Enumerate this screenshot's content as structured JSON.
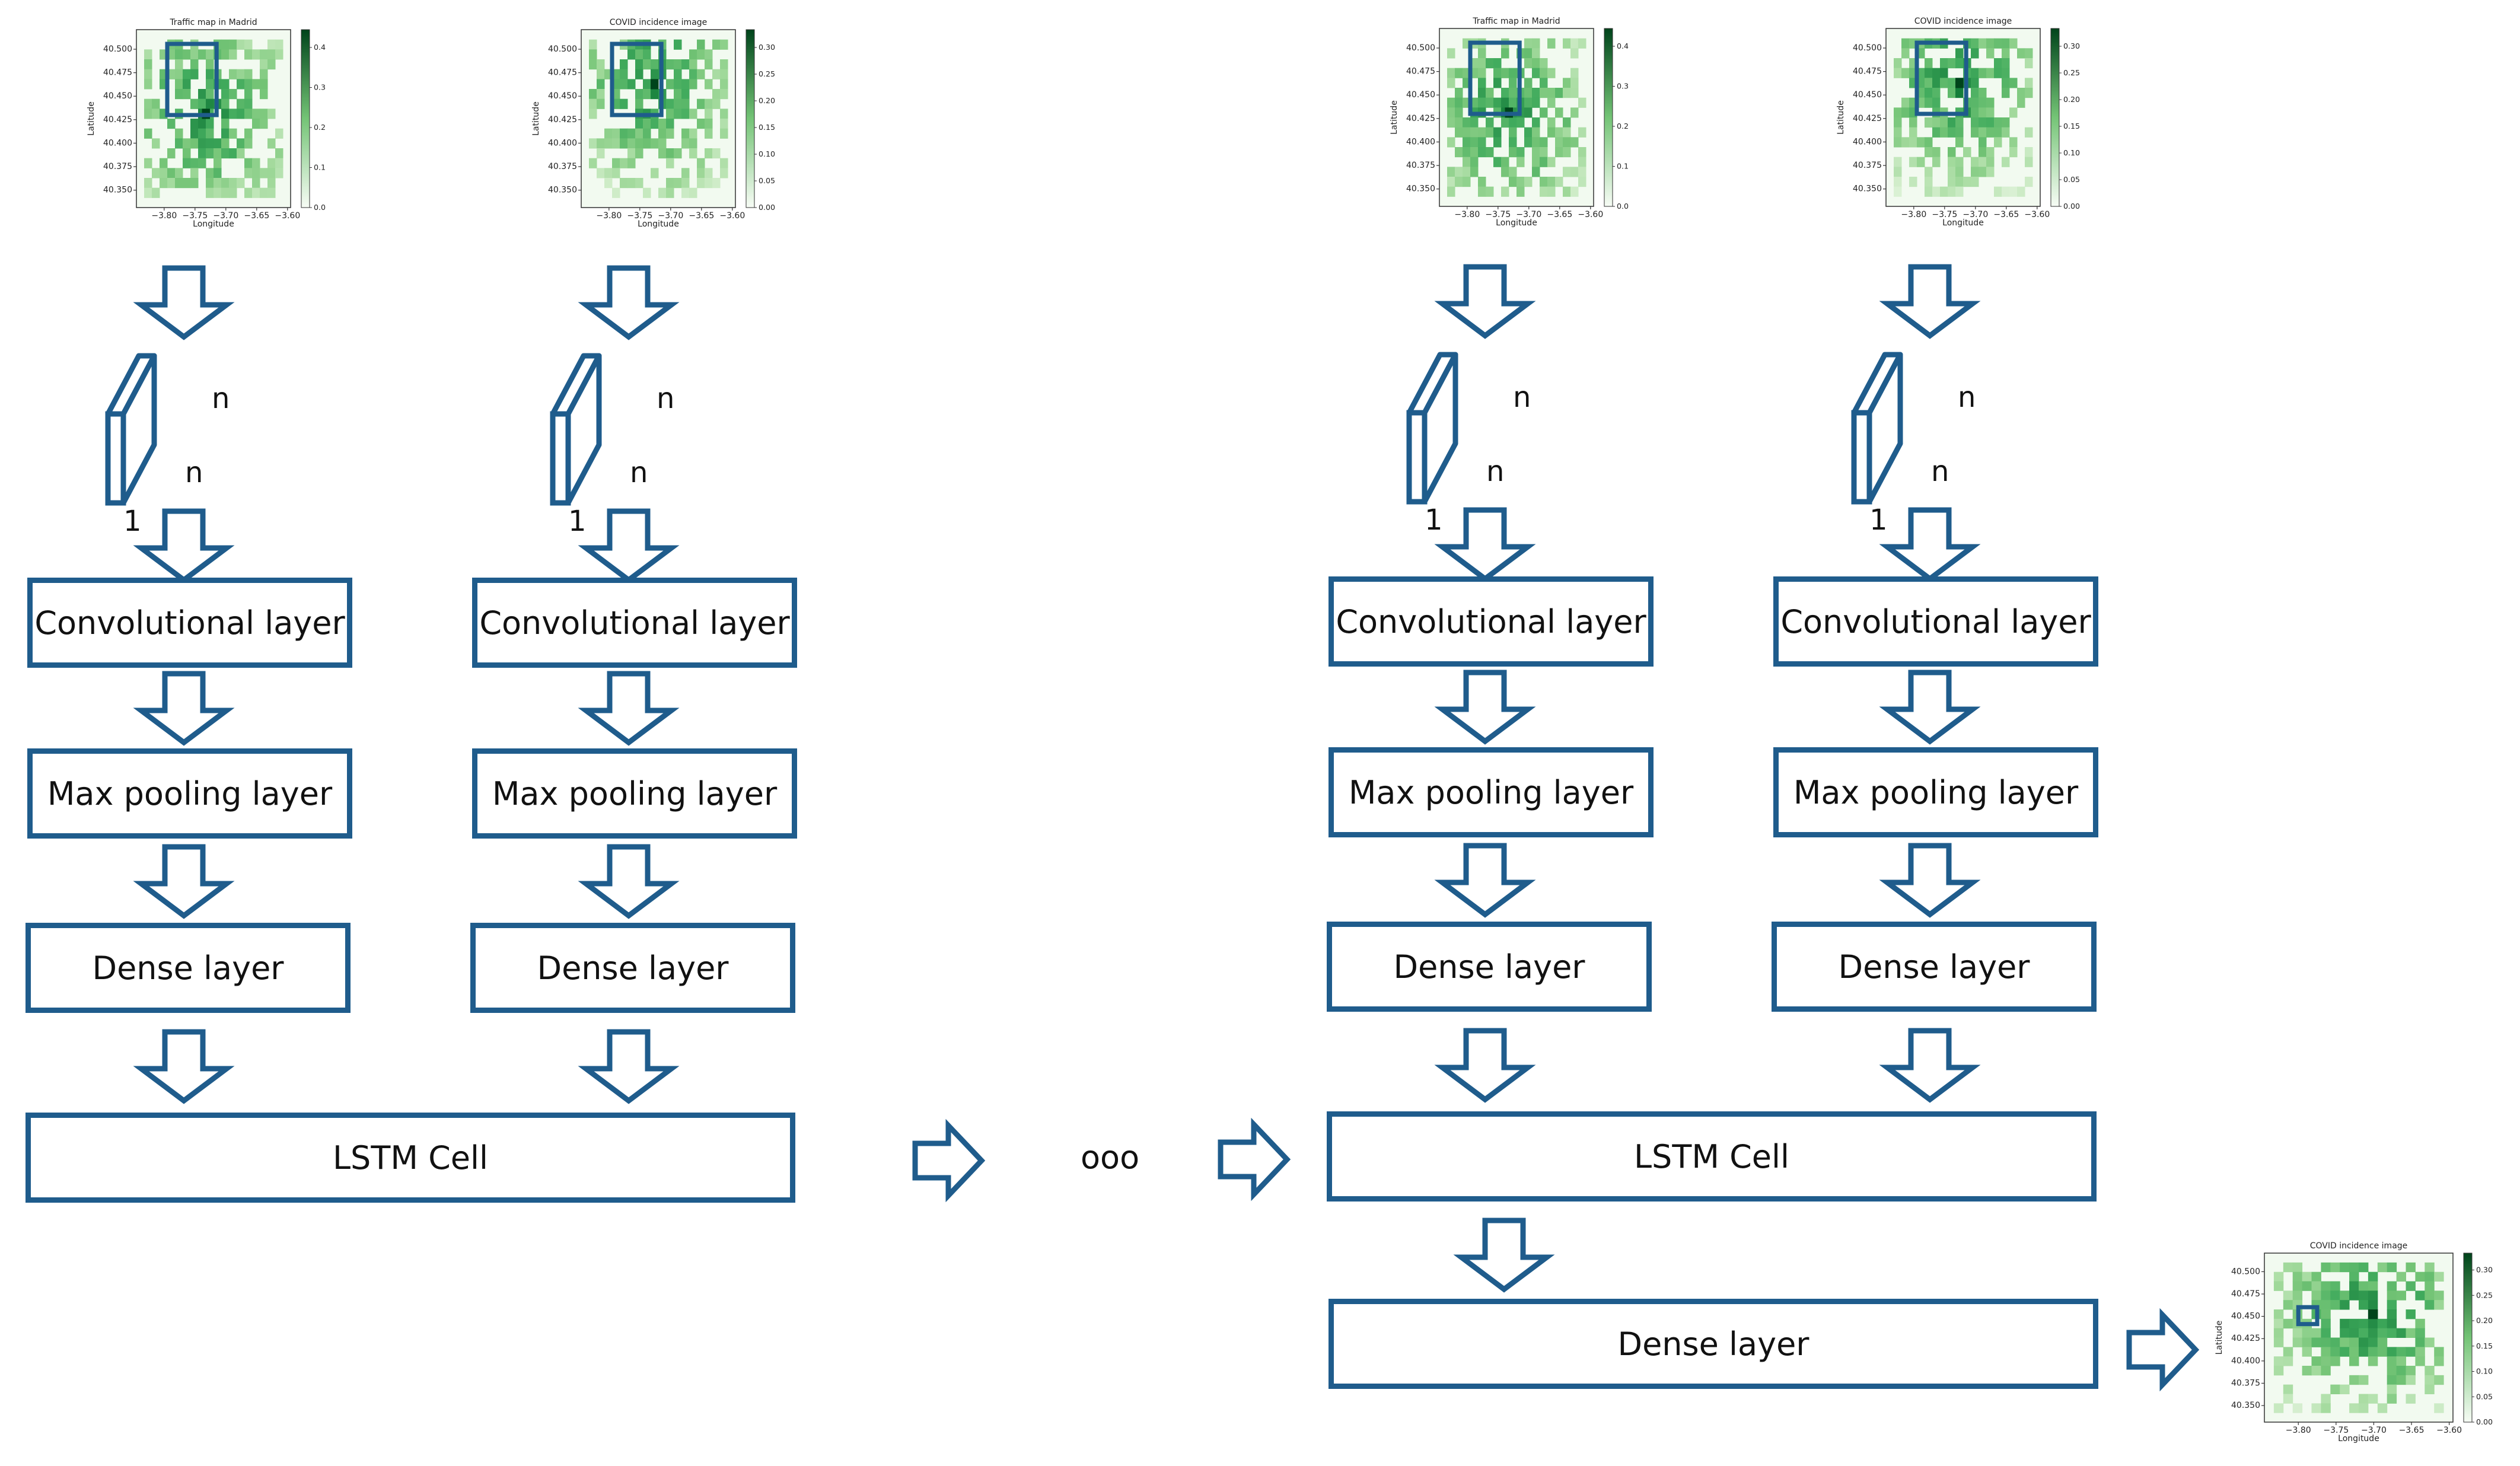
{
  "colors": {
    "accent": "#1f5c8c",
    "heat_light": "#f2faf0",
    "heat_dark": "#00441b"
  },
  "maps": {
    "traffic": {
      "title": "Traffic map in Madrid",
      "xlabel": "Longitude",
      "ylabel": "Latitude",
      "xticks": [
        "−3.80",
        "−3.75",
        "−3.70",
        "−3.65",
        "−3.60"
      ],
      "yticks": [
        "40.500",
        "40.475",
        "40.450",
        "40.425",
        "40.400",
        "40.375",
        "40.350"
      ],
      "colorbar_ticks": [
        "0.4",
        "0.3",
        "0.2",
        "0.1",
        "0.0"
      ]
    },
    "covid": {
      "title": "COVID incidence image",
      "xlabel": "Longitude",
      "ylabel": "Latitude",
      "xticks": [
        "−3.80",
        "−3.75",
        "−3.70",
        "−3.65",
        "−3.60"
      ],
      "yticks": [
        "40.500",
        "40.475",
        "40.450",
        "40.425",
        "40.400",
        "40.375",
        "40.350"
      ],
      "colorbar_ticks": [
        "0.30",
        "0.25",
        "0.20",
        "0.15",
        "0.10",
        "0.05",
        "0.00"
      ]
    }
  },
  "tensor_labels": {
    "height": "n",
    "width": "n",
    "depth": "1"
  },
  "layers": {
    "conv": "Convolutional layer",
    "pool": "Max pooling layer",
    "dense": "Dense layer",
    "lstm": "LSTM Cell",
    "output_dense": "Dense layer"
  },
  "ellipsis": "ooo"
}
